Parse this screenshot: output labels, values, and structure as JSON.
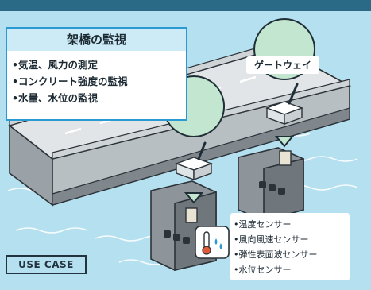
{
  "panel": {
    "title": "架橋の監視",
    "items": [
      "•気温、風力の測定",
      "•コンクリート強度の監視",
      "•水量、水位の監視"
    ]
  },
  "gateway_label": "ゲートウェイ",
  "sensors": [
    "•温度センサー",
    "•風向風速センサー",
    "•弾性表面波センサー",
    "•水位センサー"
  ],
  "badge": "USE CASE",
  "colors": {
    "sky": "#b5e0ef",
    "topbar": "#2a6a86",
    "accent_border": "#2b9ad3",
    "panel_header": "#cdebf6",
    "bubble": "#c2e6d0",
    "bubble_border": "#1f2d36",
    "water_sensor": "#2b9ad3"
  }
}
